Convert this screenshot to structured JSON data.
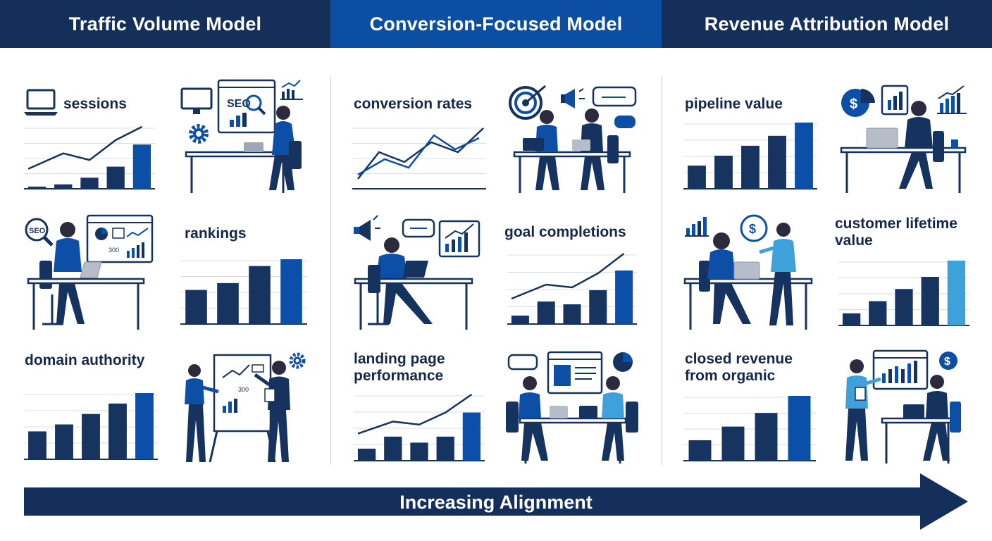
{
  "colors": {
    "navy": "#16325e",
    "blue": "#0d4ea6",
    "dark_bar": "#17335f",
    "accent_bar": "#0b4fa8",
    "light_bar": "#3ea1d9",
    "grid": "#d8dce2",
    "header_navy": "#14305a",
    "header_blue": "#0c4ea2"
  },
  "headers": [
    "Traffic Volume Model",
    "Conversion-Focused Model",
    "Revenue Attribution Model"
  ],
  "columns": [
    {
      "cells": [
        {
          "label": "sessions",
          "chart": {
            "type": "bar_line",
            "values": [
              1,
              2,
              5,
              10,
              20
            ],
            "line": [
              9,
              16,
              13,
              22,
              28
            ],
            "accent": "blue"
          },
          "icon_text": ""
        },
        {
          "label": "",
          "illustration": "person-at-desk-seo",
          "icon_text": "SEO"
        },
        {
          "label": "",
          "illustration": "person-at-desk-dashboard",
          "icon_text": "SEO",
          "extra_text": "300"
        },
        {
          "label": "rankings",
          "chart": {
            "type": "bar",
            "values": [
              10,
              12,
              17,
              19
            ],
            "accent": "blue"
          }
        },
        {
          "label": "domain authority",
          "chart": {
            "type": "bar",
            "values": [
              8,
              10,
              13,
              16,
              19
            ],
            "accent": "blue"
          }
        },
        {
          "label": "",
          "illustration": "presentation-duo",
          "extra_text": "300"
        }
      ]
    },
    {
      "cells": [
        {
          "label": "conversion rates",
          "chart": {
            "type": "two_lines"
          }
        },
        {
          "label": "",
          "illustration": "duo-at-desk-target"
        },
        {
          "label": "",
          "illustration": "person-at-desk-megaphone"
        },
        {
          "label": "goal completions",
          "chart": {
            "type": "bar_line",
            "values": [
              3,
              8,
              7,
              12,
              19
            ],
            "line": [
              9,
              14,
              13,
              18,
              25
            ],
            "accent": "blue"
          }
        },
        {
          "label": "landing page performance",
          "chart": {
            "type": "bar_line",
            "values": [
              4,
              8,
              6,
              8,
              16
            ],
            "line": [
              9,
              13,
              12,
              16,
              22
            ],
            "accent": "blue"
          }
        },
        {
          "label": "",
          "illustration": "duo-at-table-screen"
        }
      ]
    },
    {
      "cells": [
        {
          "label": "pipeline value",
          "chart": {
            "type": "bar",
            "values": [
              7,
              10,
              13,
              16,
              20
            ],
            "accent": "blue"
          }
        },
        {
          "label": "",
          "illustration": "person-at-desk-money",
          "icon_text": "$"
        },
        {
          "label": "",
          "illustration": "duo-discussion-money",
          "icon_text": "$"
        },
        {
          "label": "customer lifetime value",
          "chart": {
            "type": "bar",
            "values": [
              3,
              6,
              9,
              12,
              16
            ],
            "accent": "light"
          }
        },
        {
          "label": "closed revenue from organic",
          "chart": {
            "type": "bar",
            "values": [
              6,
              10,
              14,
              19
            ],
            "accent": "blue"
          }
        },
        {
          "label": "",
          "illustration": "duo-presentation-money",
          "icon_text": "$"
        }
      ]
    }
  ],
  "footer": {
    "arrow_label": "Increasing Alignment"
  }
}
